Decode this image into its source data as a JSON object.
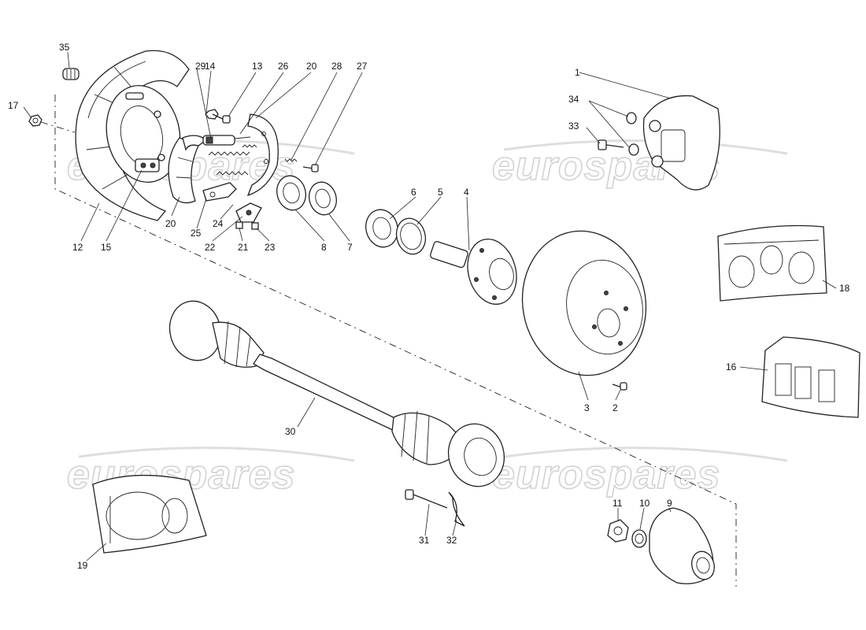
{
  "watermark": "eurospares",
  "callouts": {
    "c1": "1",
    "c2": "2",
    "c3": "3",
    "c4": "4",
    "c5": "5",
    "c6": "6",
    "c7": "7",
    "c8": "8",
    "c9": "9",
    "c10": "10",
    "c11": "11",
    "c12": "12",
    "c13": "13",
    "c14": "14",
    "c15": "15",
    "c16": "16",
    "c17": "17",
    "c18": "18",
    "c19": "19",
    "c20a": "20",
    "c20b": "20",
    "c21": "21",
    "c22": "22",
    "c23": "23",
    "c24": "24",
    "c25": "25",
    "c26": "26",
    "c27": "27",
    "c28": "28",
    "c29": "29",
    "c30": "30",
    "c31": "31",
    "c32": "32",
    "c33": "33",
    "c34": "34",
    "c35": "35"
  }
}
